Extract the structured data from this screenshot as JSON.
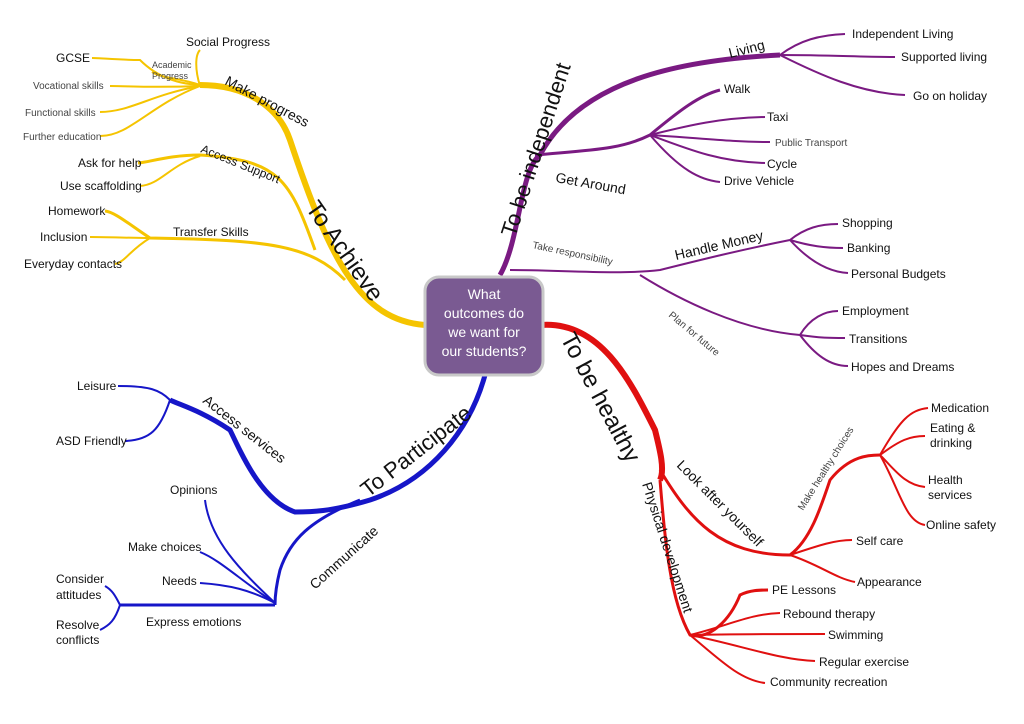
{
  "colors": {
    "achieve": "#f5c400",
    "independent": "#7a1a82",
    "healthy": "#e01010",
    "participate": "#1616c8",
    "center_box": "#7a5a92"
  },
  "center": {
    "lines": [
      "What",
      "outcomes do",
      "we want for",
      "our students?"
    ]
  },
  "achieve": {
    "title": "To Achieve",
    "make_progress": "Make progress",
    "social_progress": "Social Progress",
    "academic_lines": [
      "Academic",
      "Progress"
    ],
    "gcse": "GCSE",
    "vocational_skills": "Vocational skills",
    "functional_skills": "Functional skills",
    "further_education": "Further education",
    "access_support": "Access Support",
    "ask_for_help": "Ask for help",
    "use_scaffolding": "Use scaffolding",
    "transfer_skills": "Transfer Skills",
    "homework": "Homework",
    "inclusion": "Inclusion",
    "everyday_contacts": "Everyday contacts"
  },
  "independent": {
    "title": "To be independent",
    "living": "Living",
    "independent_living": "Independent Living",
    "supported_living": "Supported living",
    "go_on_holiday": "Go on holiday",
    "get_around": "Get Around",
    "walk": "Walk",
    "taxi": "Taxi",
    "public_transport": "Public Transport",
    "cycle": "Cycle",
    "drive_vehicle": "Drive Vehicle",
    "take_responsibility": "Take responsibility",
    "handle_money": "Handle Money",
    "shopping": "Shopping",
    "banking": "Banking",
    "personal_budgets": "Personal Budgets",
    "plan_for_future": "Plan for future",
    "employment": "Employment",
    "transitions": "Transitions",
    "hopes_and_dreams": "Hopes and Dreams"
  },
  "healthy": {
    "title": "To be healthy",
    "look_after_yourself": "Look after yourself",
    "make_healthy_choices": "Make healthy choices",
    "medication": "Medication",
    "eating_lines": [
      "Eating &",
      "drinking"
    ],
    "health_services_lines": [
      "Health",
      "services"
    ],
    "online_safety": "Online safety",
    "self_care": "Self care",
    "appearance": "Appearance",
    "physical_development": "Physical development",
    "pe_lessons": "PE Lessons",
    "rebound_therapy": "Rebound therapy",
    "swimming": "Swimming",
    "regular_exercise": "Regular exercise",
    "community_recreation": "Community recreation"
  },
  "participate": {
    "title": "To Participate",
    "access_services": "Access services",
    "leisure": "Leisure",
    "asd_friendly": "ASD Friendly",
    "communicate": "Communicate",
    "opinions": "Opinions",
    "make_choices": "Make choices",
    "needs": "Needs",
    "consider_lines": [
      "Consider",
      "attitudes"
    ],
    "express_emotions": "Express  emotions",
    "resolve_lines": [
      "Resolve",
      "conflicts"
    ]
  }
}
